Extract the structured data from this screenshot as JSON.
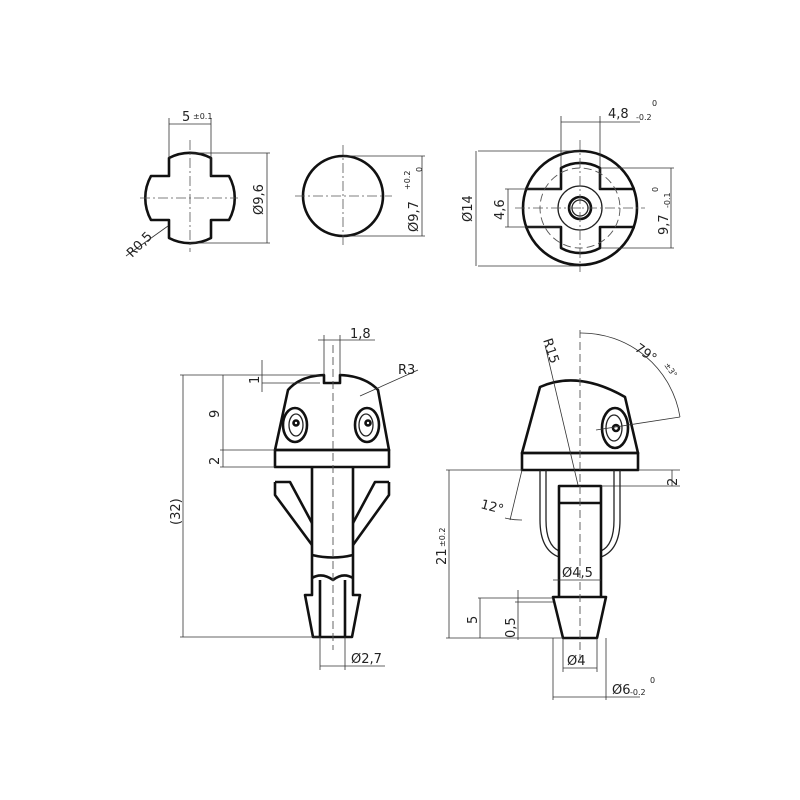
{
  "views": {
    "cross_section": {
      "width": "5",
      "width_tol": "±0.1",
      "diameter": "Ø9,6",
      "radius": "R0,5"
    },
    "round_section": {
      "diameter": "Ø9,7",
      "tol_upper": "+0.2",
      "tol_lower": "0"
    },
    "top_view": {
      "slot": "4,8",
      "slot_tol_lower": "-0.2",
      "slot_tol_upper": "0",
      "outer": "Ø14",
      "flat": "4,6",
      "height": "9,7",
      "height_tol_upper": "0",
      "height_tol_lower": "-0.1"
    },
    "front_view": {
      "tip": "1,8",
      "notch": "1",
      "head": "9",
      "band": "2",
      "overall": "(32)",
      "radius": "R3",
      "bore": "Ø2,7"
    },
    "side_view": {
      "radius": "R15",
      "angle": "79°",
      "angle_tol": "±3°",
      "draft": "12°",
      "gap": "2",
      "length": "21",
      "length_tol": "±0.2",
      "barb": "5",
      "chamfer": "0,5",
      "stem": "Ø4,5",
      "tip": "Ø4",
      "barb_dia": "Ø6",
      "barb_tol_lower": "-0.2",
      "barb_tol_upper": "0"
    }
  }
}
